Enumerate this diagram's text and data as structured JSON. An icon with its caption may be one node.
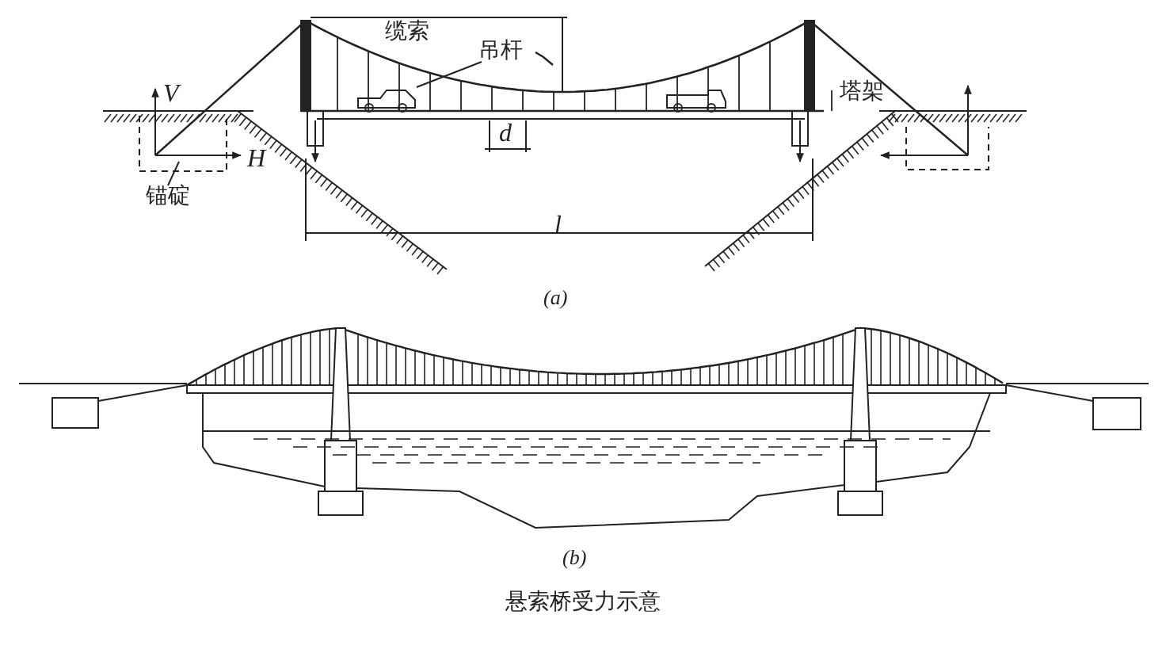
{
  "diagram": {
    "caption": "悬索桥受力示意",
    "nodes": [
      {
        "text": [
          "吊杆"
        ]
      },
      {
        "text": [
          "锚碇"
        ]
      }
    ],
    "edges": [
      {
        "from": 0,
        "to": null,
        "arrow": "none"
      },
      {
        "from": 1,
        "to": null,
        "arrow": "none"
      }
    ],
    "labels": [
      "缆索",
      "塔架",
      "V",
      "H",
      "d",
      "l",
      "(a)",
      "(b)"
    ]
  }
}
